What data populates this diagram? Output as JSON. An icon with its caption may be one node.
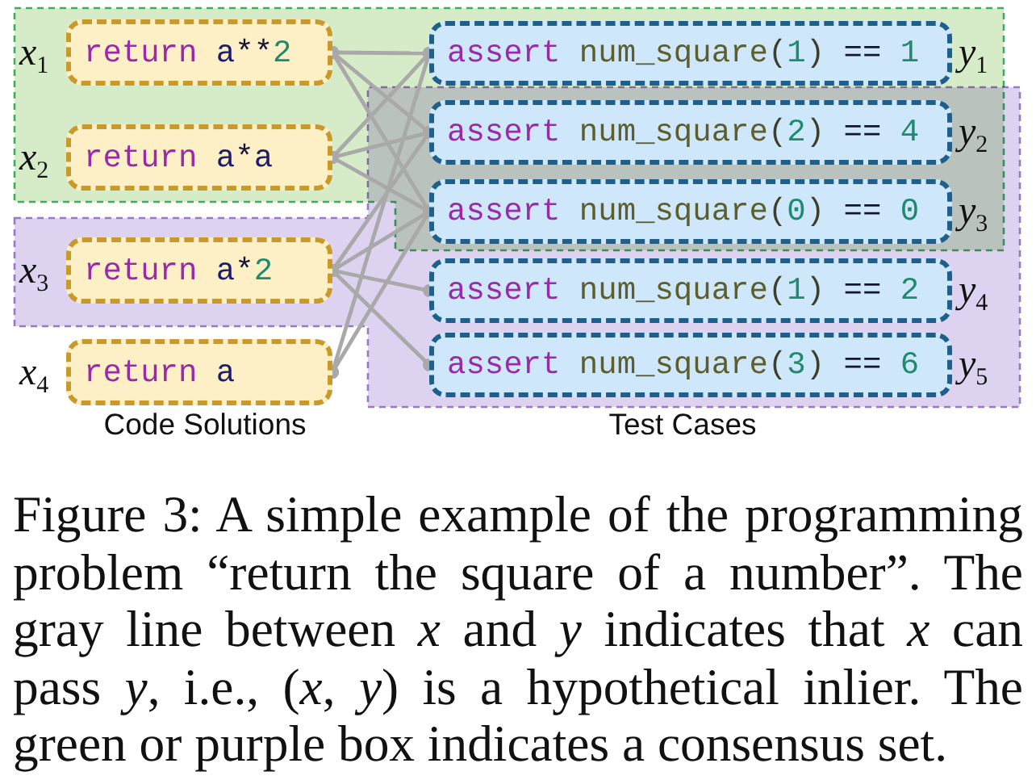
{
  "diagram": {
    "caption": "Figure 3: A simple example of the programming problem “return the square of a number”. The gray line between *x* and *y* indicates that *x* can pass *y*, i.e., (*x*, *y*) is a hypothetical inlier. The green or purple box indicates a consensus set.",
    "nodes": [
      {
        "text": [],
        "shape": "box"
      },
      {
        "text": [],
        "shape": "box"
      },
      {
        "text": [
          "return a**2"
        ],
        "in": 0,
        "beside": [
          "*x*$_{1}$"
        ]
      },
      {
        "text": [
          "return a*a"
        ],
        "in": 0,
        "beside": [
          "*x*$_{2}$"
        ]
      },
      {
        "text": [
          "return a*2"
        ],
        "in": 1,
        "beside": [
          "*x*$_{3}$"
        ]
      },
      {
        "text": [
          "return a"
        ],
        "beside": [
          "*x*$_{4}$"
        ]
      },
      {
        "text": [
          "assert num_square(1) == 1"
        ],
        "in": 0,
        "beside": [
          "*y*$_{1}$"
        ]
      },
      {
        "text": [
          "assert num_square(2) == 4"
        ],
        "beside": [
          "*y*$_{2}$"
        ]
      },
      {
        "text": [
          "assert num_square(0) == 0"
        ],
        "beside": [
          "*y*$_{3}$"
        ]
      },
      {
        "text": [
          "assert num_square(1) == 2"
        ],
        "in": 1,
        "beside": [
          "*y*$_{4}$"
        ]
      },
      {
        "text": [
          "assert num_square(3) == 6"
        ],
        "in": 1,
        "beside": [
          "*y*$_{5}$"
        ]
      }
    ],
    "edges": [
      {
        "from": 2,
        "to": 6,
        "arrow": "other"
      },
      {
        "from": 2,
        "to": 7,
        "arrow": "other"
      },
      {
        "from": 2,
        "to": 8,
        "arrow": "other"
      },
      {
        "from": 3,
        "to": 6,
        "arrow": "other"
      },
      {
        "from": 3,
        "to": 7,
        "arrow": "other"
      },
      {
        "from": 3,
        "to": 8,
        "arrow": "other"
      },
      {
        "from": 4,
        "to": 7,
        "arrow": "other"
      },
      {
        "from": 4,
        "to": 8,
        "arrow": "other"
      },
      {
        "from": 4,
        "to": 9,
        "arrow": "other"
      },
      {
        "from": 4,
        "to": 10,
        "arrow": "other"
      },
      {
        "from": 5,
        "to": 6,
        "arrow": "other"
      },
      {
        "from": 5,
        "to": 8,
        "arrow": "other"
      }
    ],
    "labels": [
      "Code Solutions",
      "Test Cases"
    ]
  }
}
